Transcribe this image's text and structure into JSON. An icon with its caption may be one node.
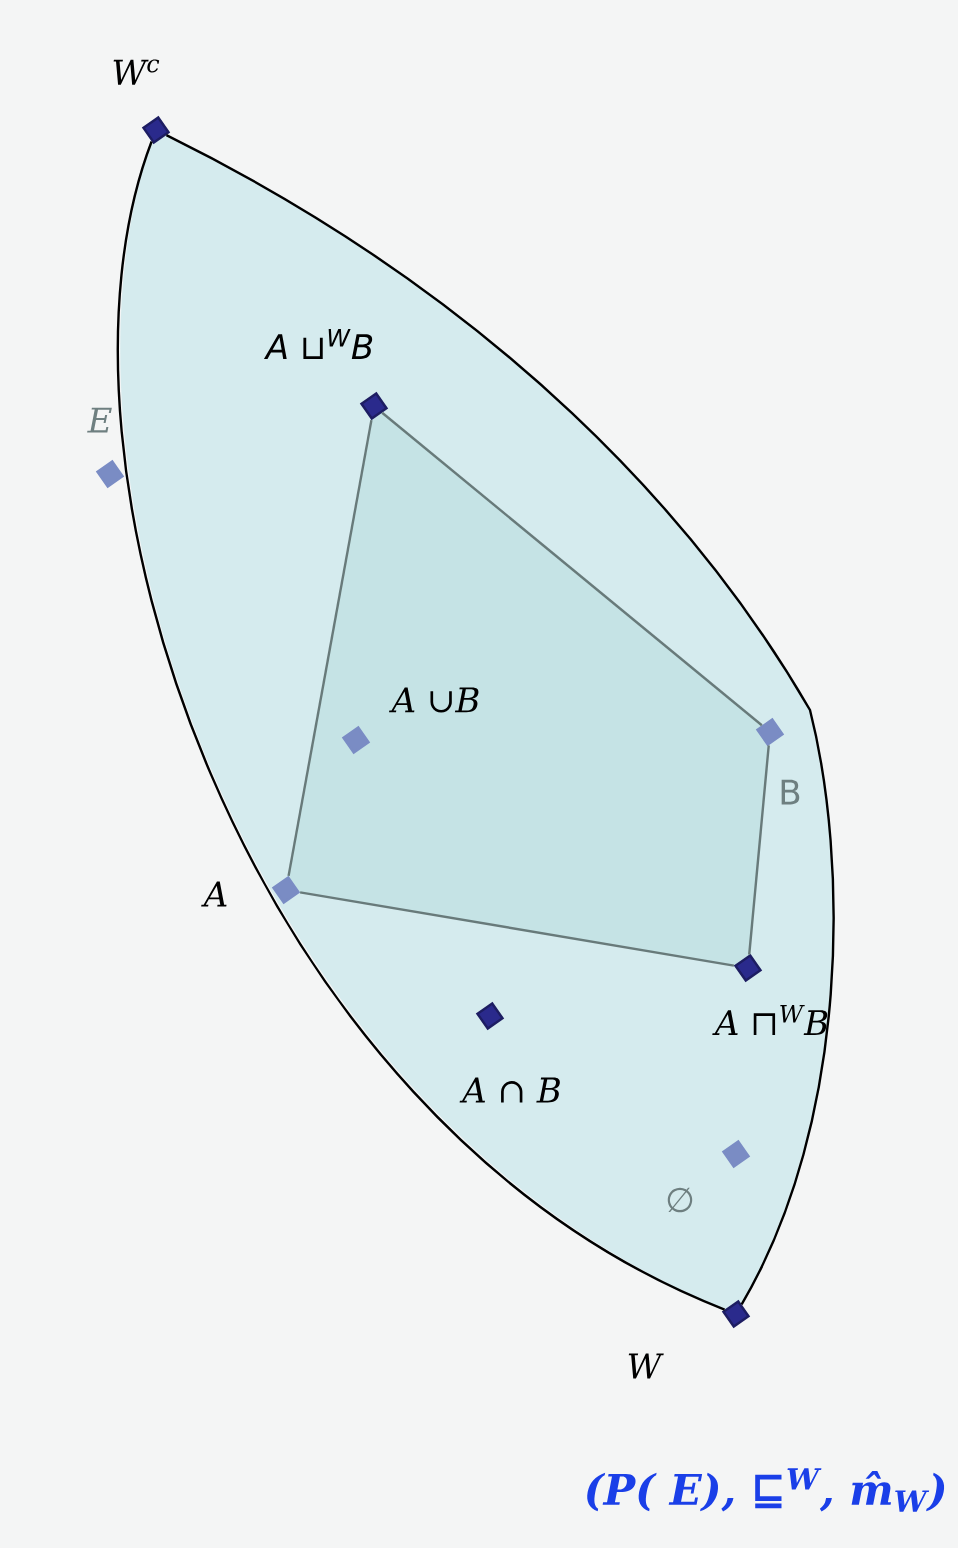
{
  "diagram": {
    "caption": "(P( E), ⊑$^{W}$, m̂$_{W}$)",
    "nodes": [
      {
        "text": [
          "W$^{c}$"
        ]
      },
      {
        "text": [
          "E"
        ]
      },
      {
        "text": [
          "A ⊔$^{W}$B"
        ]
      },
      {
        "text": [
          "A ∪B"
        ]
      },
      {
        "text": [
          "B"
        ]
      },
      {
        "text": [
          "A"
        ]
      },
      {
        "text": [
          "A ⊓$^{W}$B"
        ]
      },
      {
        "text": [
          "A ∩ B"
        ]
      },
      {
        "text": [
          "∅"
        ]
      },
      {
        "text": [
          "W"
        ]
      }
    ],
    "edges": [
      {
        "from": 0,
        "to": 9,
        "arrow": "none",
        "color": "#000000"
      },
      {
        "from": 0,
        "to": 9,
        "arrow": "none",
        "color": "#000000"
      },
      {
        "from": 2,
        "to": 5,
        "arrow": "none"
      },
      {
        "from": 2,
        "to": 4,
        "arrow": "none"
      },
      {
        "from": 4,
        "to": 6,
        "arrow": "none"
      },
      {
        "from": 5,
        "to": 6,
        "arrow": "none"
      }
    ]
  }
}
